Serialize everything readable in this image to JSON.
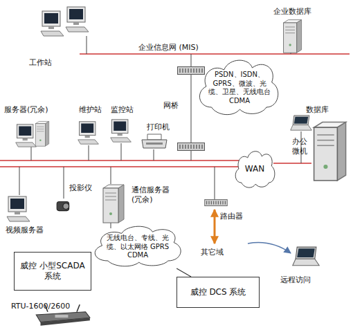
{
  "diagram": {
    "nodes": [
      {
        "text": [
          "PSDN、ISDN、GPRS、微波、光缆、卫星、无线电台 CDMA"
        ]
      },
      {
        "text": [
          "WAN"
        ]
      },
      {
        "text": [
          "无线电台、专线、光缆、以太网络 GPRS CDMA"
        ]
      },
      {
        "text": [
          "威控 小型SCADA系统"
        ]
      },
      {
        "text": [
          "威控 DCS 系统"
        ]
      }
    ],
    "edges": [
      {
        "from": 2,
        "to": 3,
        "arrow": "none"
      },
      {
        "from": 2,
        "to": 4,
        "arrow": "none"
      }
    ],
    "labels": [
      "工作站",
      "企业数据库",
      "企业信息网 (MIS)",
      "网桥",
      "服务器(冗余)",
      "维护站",
      "监控站",
      "打印机",
      "数据库",
      "办公微机",
      "投影仪",
      "视频服务器",
      "通信服务器 (冗余)",
      "路由器",
      "其它域",
      "远程访问",
      "RTU-1600/2600"
    ]
  }
}
